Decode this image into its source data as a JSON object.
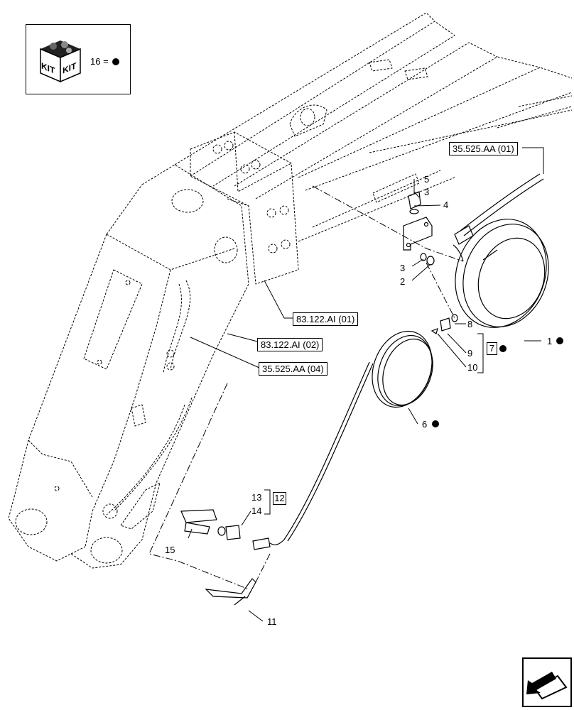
{
  "kit": {
    "icon": "kit-box-icon",
    "word_left": "KIT",
    "word_right": "KIT",
    "legend": "16 ="
  },
  "refs": {
    "ref_35525aa_01": "35.525.AA (01)",
    "ref_83122ai_01": "83.122.AI (01)",
    "ref_83122ai_02": "83.122.AI (02)",
    "ref_35525aa_04": "35.525.AA (04)"
  },
  "callouts": {
    "c1": "1",
    "c2": "2",
    "c3a": "3",
    "c3b": "3",
    "c4": "4",
    "c5": "5",
    "c6": "6",
    "c7": "7",
    "c8": "8",
    "c9": "9",
    "c10": "10",
    "c11": "11",
    "c12": "12",
    "c13": "13",
    "c14": "14",
    "c15": "15"
  },
  "nav": {
    "icon": "next-page-arrow-icon"
  },
  "colors": {
    "ink": "#000000",
    "paper": "#ffffff"
  }
}
